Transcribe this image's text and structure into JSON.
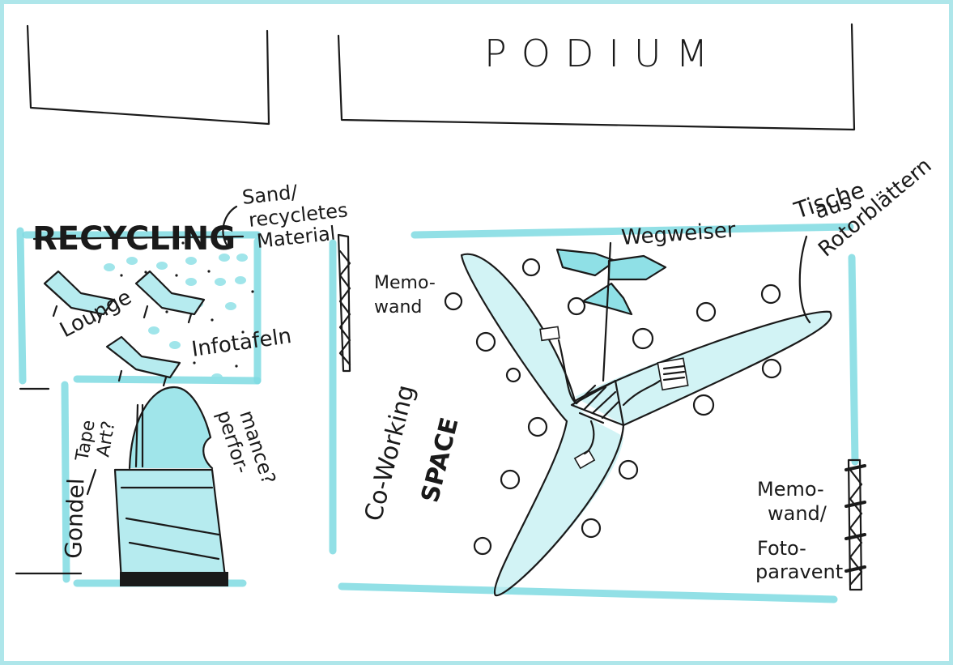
{
  "diagram": {
    "top_label": "PODIUM",
    "recycling_label": "RECYCLING",
    "sand_note": [
      "Sand/",
      "recycletes",
      "Material"
    ],
    "lounge_label": "Lounge",
    "infotafeln_label": "Infotafeln",
    "memowand_left": [
      "Memo-",
      "wand"
    ],
    "wegweiser_label": "Wegweiser",
    "tische_note": [
      "Tische",
      "aus",
      "Rotorblättern"
    ],
    "tape_art_label": [
      "Tape",
      "Art?"
    ],
    "gondel_label": "Gondel",
    "performance_label": [
      "perfor-",
      "mance?"
    ],
    "coworking_label": [
      "Co-Working",
      "SPACE"
    ],
    "memowand_right": [
      "Memo-",
      "wand/"
    ],
    "fotoparavent_label": [
      "Foto-",
      "paravent"
    ],
    "accent_color": "#7fdbe2",
    "ink_color": "#1a1a1a"
  }
}
